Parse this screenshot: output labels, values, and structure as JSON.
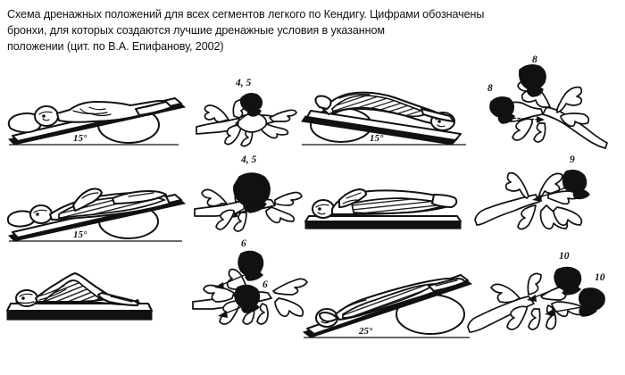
{
  "caption": {
    "line1": "Схема дренажных положений для всех сегментов легкого по Кендигу. Цифрами обозначены",
    "line2": "бронхи, для которых создаются лучшие дренажные условия в указанном",
    "line3": "положении (цит. по В.А. Епифанову, 2002)"
  },
  "colors": {
    "ink": "#111111",
    "background": "#ffffff"
  },
  "rows": [
    {
      "id": "row-1",
      "position_left": {
        "name": "supine-inclined-15",
        "angle_label": "15°",
        "posture": "supine",
        "tilt": "head-down incline"
      },
      "tree_left": {
        "name": "bronchial-tree-4-5",
        "labels": [
          "4, 5"
        ],
        "highlighted_segments": 1
      },
      "position_right": {
        "name": "prone-inclined-15",
        "angle_label": "15°",
        "posture": "prone",
        "tilt": "head-down incline"
      },
      "tree_right": {
        "name": "bronchial-tree-8-8",
        "labels": [
          "8",
          "8"
        ],
        "highlighted_segments": 2
      }
    },
    {
      "id": "row-2",
      "position_left": {
        "name": "side-lying-inclined-15",
        "angle_label": "15°",
        "posture": "side-lying",
        "tilt": "head-down incline"
      },
      "tree_left": {
        "name": "bronchial-tree-4-5-lower",
        "labels": [
          "4, 5"
        ],
        "highlighted_segments": 1
      },
      "position_right": {
        "name": "side-lying-flat",
        "angle_label": "",
        "posture": "side-lying",
        "tilt": "flat"
      },
      "tree_right": {
        "name": "bronchial-tree-9",
        "labels": [
          "9"
        ],
        "highlighted_segments": 1
      }
    },
    {
      "id": "row-3",
      "position_left": {
        "name": "prone-knees-bent-flat",
        "angle_label": "",
        "posture": "prone with hips raised",
        "tilt": "flat"
      },
      "tree_left": {
        "name": "bronchial-tree-6-6",
        "labels": [
          "6",
          "6"
        ],
        "highlighted_segments": 2
      },
      "position_right": {
        "name": "prone-inclined-25",
        "angle_label": "25°",
        "posture": "prone",
        "tilt": "head-down incline"
      },
      "tree_right": {
        "name": "bronchial-tree-10-10",
        "labels": [
          "10",
          "10"
        ],
        "highlighted_segments": 2
      }
    }
  ]
}
